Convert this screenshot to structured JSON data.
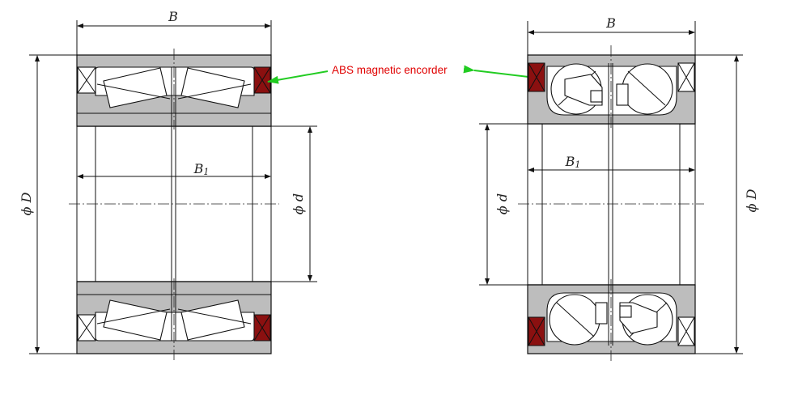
{
  "labels": {
    "left": {
      "B": "B",
      "B1": "B",
      "B1_sub": "1",
      "phiD": "ϕ D",
      "phid": "ϕ d"
    },
    "right": {
      "B": "B",
      "B1": "B",
      "B1_sub": "1",
      "phiD": "ϕ D",
      "phid": "ϕ d"
    }
  },
  "annotation": {
    "text": "ABS magnetic encorder",
    "color": "#e00000",
    "arrow_color": "#22cc22"
  },
  "colors": {
    "ring_fill": "#bdbdbd",
    "encoder_fill": "#8b1010"
  }
}
